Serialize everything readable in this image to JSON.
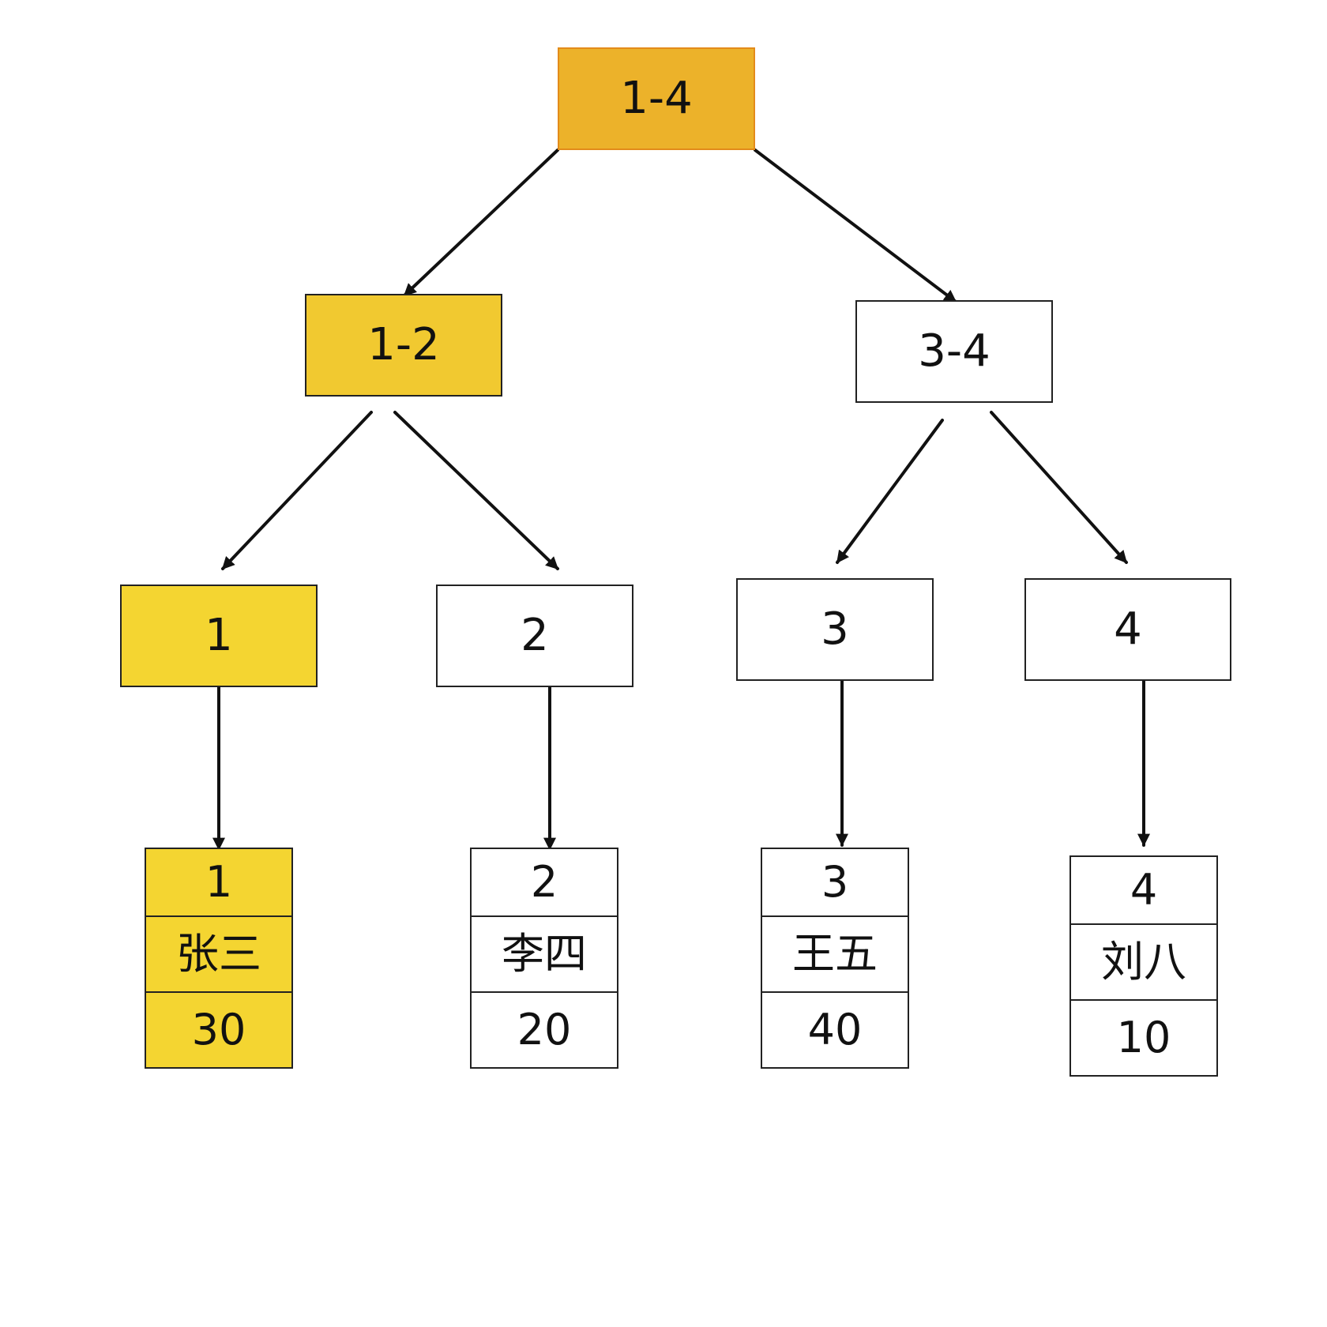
{
  "colors": {
    "root_fill": "#ecb22a",
    "highlight_mid": "#f1c930",
    "highlight_leaf": "#f4d531",
    "plain_fill": "#ffffff",
    "line": "#111111"
  },
  "tree": {
    "root": {
      "label": "1-4",
      "highlighted": true
    },
    "level1": [
      {
        "label": "1-2",
        "highlighted": true
      },
      {
        "label": "3-4",
        "highlighted": false
      }
    ],
    "level2": [
      {
        "label": "1",
        "highlighted": true
      },
      {
        "label": "2",
        "highlighted": false
      },
      {
        "label": "3",
        "highlighted": false
      },
      {
        "label": "4",
        "highlighted": false
      }
    ]
  },
  "records": [
    {
      "id": "1",
      "name": "张三",
      "value": "30",
      "highlighted": true
    },
    {
      "id": "2",
      "name": "李四",
      "value": "20",
      "highlighted": false
    },
    {
      "id": "3",
      "name": "王五",
      "value": "40",
      "highlighted": false
    },
    {
      "id": "4",
      "name": "刘八",
      "value": "10",
      "highlighted": false
    }
  ]
}
